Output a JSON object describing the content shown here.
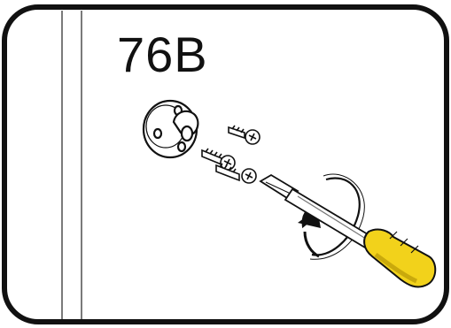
{
  "step": {
    "number": "76B"
  },
  "parts": {
    "bracket": "round-mounting-bracket-with-knob",
    "screws": [
      "screw",
      "screw",
      "screw"
    ],
    "tool": "phillips-screwdriver",
    "motion": "clockwise-rotation-arrow"
  },
  "colors": {
    "outline": "#111111",
    "background": "#ffffff",
    "handle": "#f2d21b",
    "handle_shadow": "#c9a90c"
  }
}
